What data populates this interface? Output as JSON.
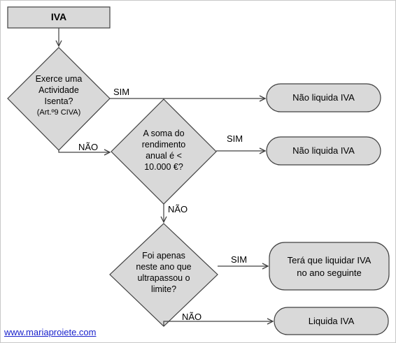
{
  "title_box": "IVA",
  "decisions": [
    {
      "id": "d1",
      "lines": [
        "Exerce  uma",
        "Actividade",
        "Isenta?"
      ],
      "note": "(Art.º9 CIVA)"
    },
    {
      "id": "d2",
      "lines": [
        "A soma do",
        "rendimento",
        "anual é <",
        "10.000 €?"
      ]
    },
    {
      "id": "d3",
      "lines": [
        "Foi apenas",
        "neste ano que",
        "ultrapassou o",
        "limite?"
      ]
    }
  ],
  "outcomes": [
    {
      "id": "o1",
      "lines": [
        "Não liquida IVA"
      ]
    },
    {
      "id": "o2",
      "lines": [
        "Não liquida IVA"
      ]
    },
    {
      "id": "o3",
      "lines": [
        "Terá que liquidar IVA",
        "no ano seguinte"
      ]
    },
    {
      "id": "o4",
      "lines": [
        "Liquida IVA"
      ]
    }
  ],
  "edge_labels": {
    "yes": "SIM",
    "no": "NÃO"
  },
  "footer_link": "www.mariaproiete.com",
  "colors": {
    "fill": "#d9d9d9",
    "stroke": "#404040",
    "link": "#1a22cc"
  }
}
